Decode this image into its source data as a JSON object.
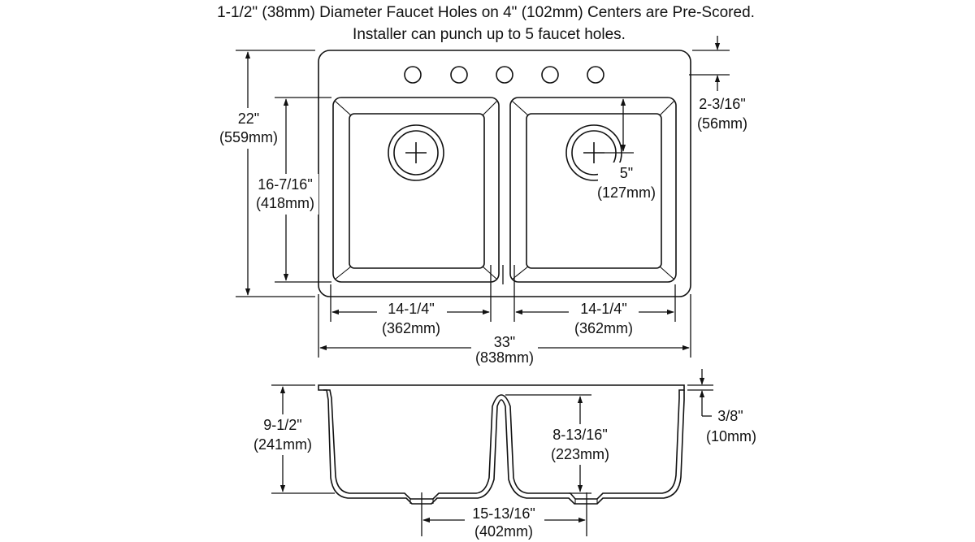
{
  "notes": {
    "line1": "1-1/2\" (38mm) Diameter Faucet Holes on 4\" (102mm) Centers are Pre-Scored.",
    "line2": "Installer can punch up to 5 faucet holes."
  },
  "plan_view": {
    "overall_depth": {
      "imperial": "22\"",
      "metric": "(559mm)"
    },
    "bowl_depth": {
      "imperial": "16-7/16\"",
      "metric": "(418mm)"
    },
    "faucet_setback": {
      "imperial": "2-3/16\"",
      "metric": "(56mm)"
    },
    "drain_offset": {
      "imperial": "5\"",
      "metric": "(127mm)"
    },
    "left_bowl_width": {
      "imperial": "14-1/4\"",
      "metric": "(362mm)"
    },
    "right_bowl_width": {
      "imperial": "14-1/4\"",
      "metric": "(362mm)"
    },
    "overall_width": {
      "imperial": "33\"",
      "metric": "(838mm)"
    },
    "faucet_hole_count": 5
  },
  "section_view": {
    "bowl_depth": {
      "imperial": "9-1/2\"",
      "metric": "(241mm)"
    },
    "divider_depth": {
      "imperial": "8-13/16\"",
      "metric": "(223mm)"
    },
    "rim_thickness": {
      "imperial": "3/8\"",
      "metric": "(10mm)"
    },
    "drain_spacing": {
      "imperial": "15-13/16\"",
      "metric": "(402mm)"
    }
  }
}
